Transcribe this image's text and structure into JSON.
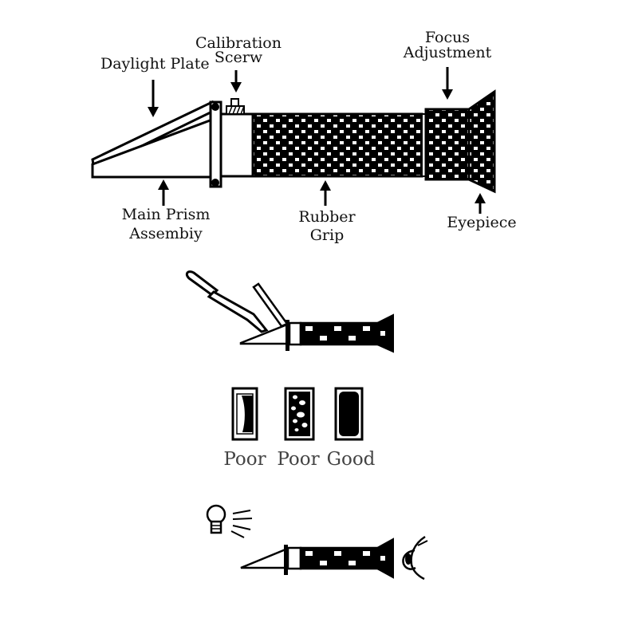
{
  "labels": {
    "daylight_plate": "Daylight Plate",
    "calibration_line1": "Calibration",
    "calibration_line2": "Scerw",
    "focus_line1": "Focus",
    "focus_line2": "Adjustment",
    "main_prism_line1": "Main Prism",
    "main_prism_line2": "Assembiy",
    "rubber_line1": "Rubber",
    "rubber_line2": "Grip",
    "eyepiece": "Eyepiece"
  },
  "samples": [
    {
      "label": "Poor"
    },
    {
      "label": "Poor"
    },
    {
      "label": "Good"
    }
  ],
  "icons": [
    "bulb-icon",
    "eye-icon",
    "dropper-icon"
  ],
  "colors": {
    "ink": "#000000",
    "paper": "#ffffff"
  }
}
